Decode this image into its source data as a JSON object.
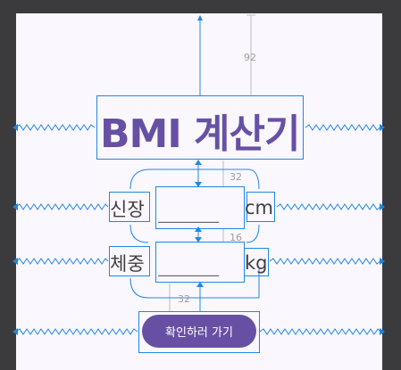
{
  "title": "BMI 계산기",
  "height_row": {
    "label": "신장",
    "placeholder": "________",
    "unit": "cm"
  },
  "weight_row": {
    "label": "체중",
    "placeholder": "________",
    "unit": "kg"
  },
  "confirm_button": "확인하러 가기",
  "margins": {
    "top": "92",
    "title_gap": "32",
    "row_gap": "16",
    "button_gap": "32"
  },
  "colors": {
    "accent": "#6750a4",
    "constraint": "#1e88e5",
    "canvas": "#fbf7ff",
    "backdrop": "#3b3b3e"
  }
}
